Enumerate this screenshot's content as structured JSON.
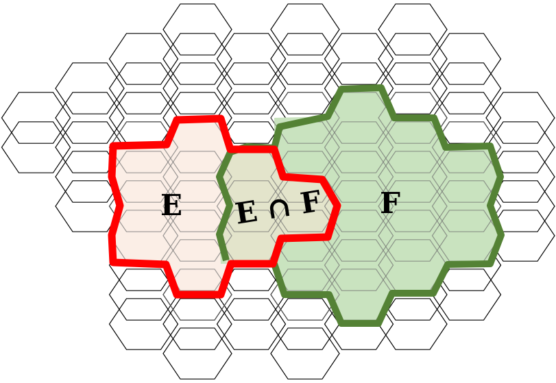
{
  "regions": {
    "e": {
      "label": "E",
      "outline_color": "#ff0000",
      "fill_color": "#fbeee6"
    },
    "f": {
      "label": "F",
      "outline_color": "#548235",
      "fill_color": "#c9e3bf"
    },
    "intersection": {
      "label": "E ∩ F",
      "fill_color": "#e3e4cb"
    }
  },
  "grid": {
    "line_color": "#000000"
  }
}
